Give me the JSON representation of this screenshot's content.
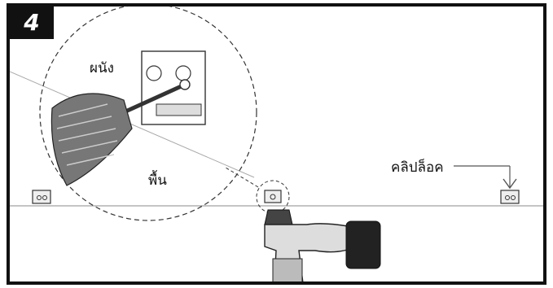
{
  "step": {
    "number": "4"
  },
  "labels": {
    "wall": "ผนัง",
    "floor": "พื้น",
    "clip_lock": "คลิปล็อค"
  },
  "colors": {
    "frame": "#111111",
    "badge_bg": "#111111",
    "badge_text": "#ffffff",
    "line": "#333333"
  }
}
